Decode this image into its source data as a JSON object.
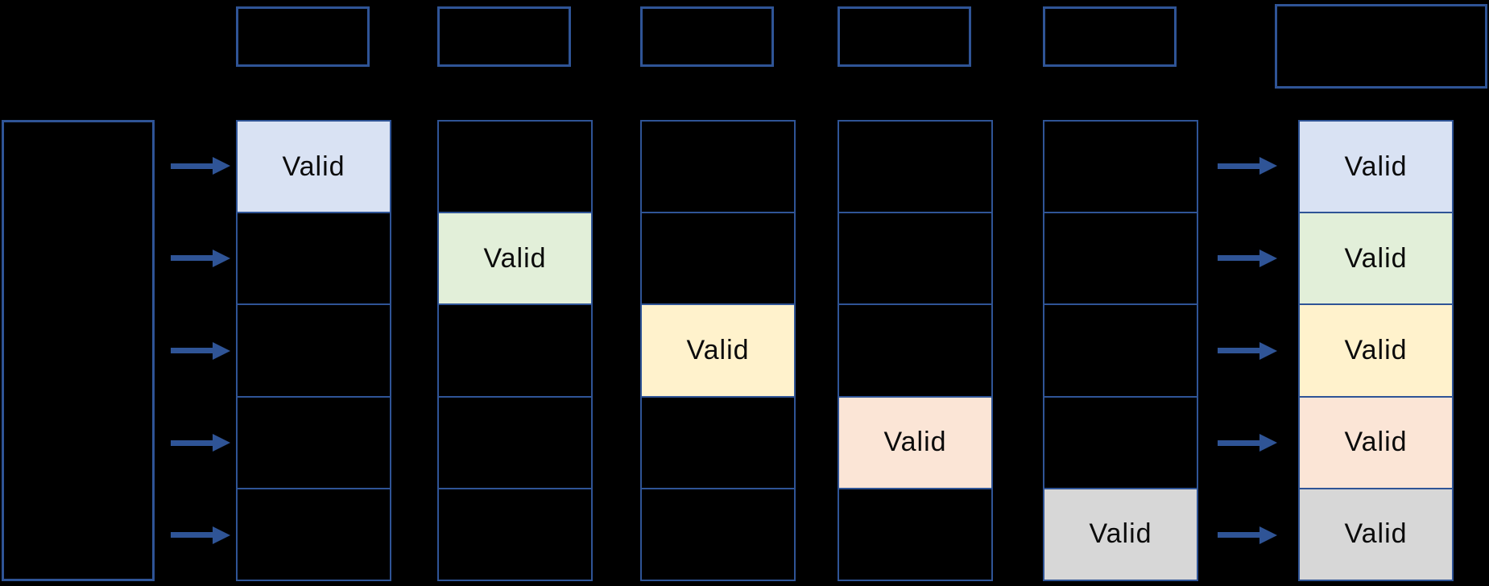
{
  "diagram": {
    "cell_label": "Valid",
    "rows": 5,
    "colors": {
      "background": "#000000",
      "border": "#2f5496",
      "arrow": "#2f5496",
      "text": "#0b0b0b",
      "row_fills": [
        "#d9e2f3",
        "#e2efd9",
        "#fff2cc",
        "#fbe5d6",
        "#d7d7d7"
      ]
    },
    "top_boxes": {
      "count": 5,
      "label": ""
    },
    "header_box": {
      "label": ""
    },
    "source_box": {
      "label": ""
    },
    "columns": [
      {
        "valid_row": 1
      },
      {
        "valid_row": 2
      },
      {
        "valid_row": 3
      },
      {
        "valid_row": 4
      },
      {
        "valid_row": 5
      }
    ],
    "result_column": {
      "valid_rows": [
        1,
        2,
        3,
        4,
        5
      ]
    },
    "left_arrow_rows": [
      1,
      2,
      3,
      4,
      5
    ],
    "right_arrow_rows": [
      1,
      2,
      3,
      4,
      5
    ]
  }
}
